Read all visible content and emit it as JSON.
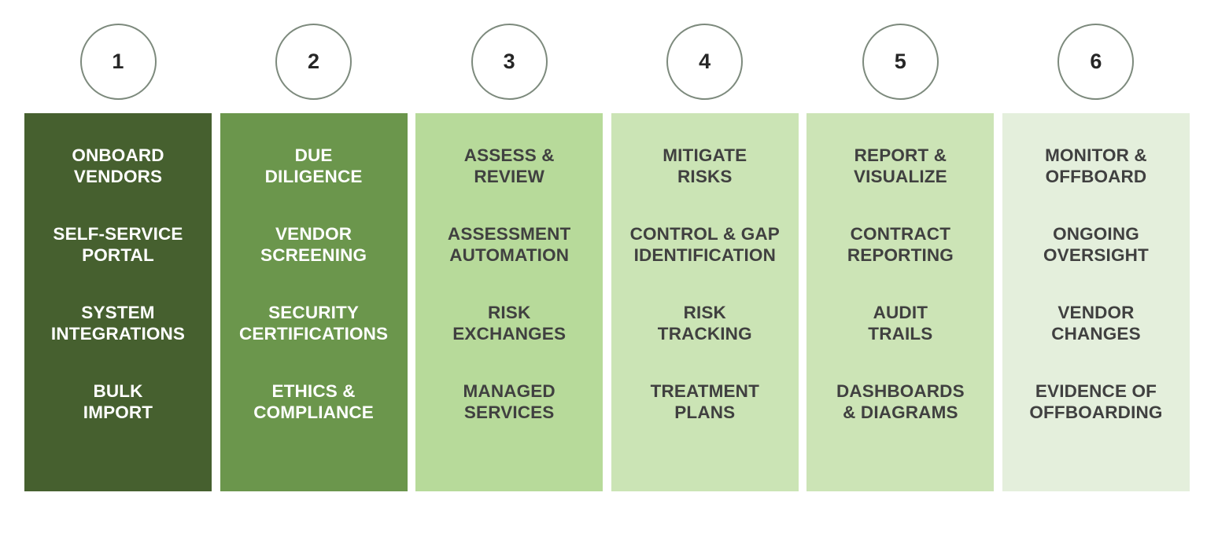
{
  "diagram": {
    "type": "process-stages",
    "stage_count": 6,
    "background_color": "#ffffff",
    "circle": {
      "border_color": "#7d8a7d",
      "fill_color": "#ffffff",
      "number_color": "#262626"
    },
    "text_colors": {
      "light": "#ffffff",
      "dark": "#404040"
    },
    "columns": [
      {
        "number": "1",
        "color": "#46602F",
        "text_style": "light",
        "title": "ONBOARD\nVENDORS",
        "items": [
          "SELF-SERVICE\nPORTAL",
          "SYSTEM\nINTEGRATIONS",
          "BULK\nIMPORT"
        ]
      },
      {
        "number": "2",
        "color": "#6B964C",
        "text_style": "light",
        "title": "DUE\nDILIGENCE",
        "items": [
          "VENDOR\nSCREENING",
          "SECURITY\nCERTIFICATIONS",
          "ETHICS &\nCOMPLIANCE"
        ]
      },
      {
        "number": "3",
        "color": "#B7DA9A",
        "text_style": "dark",
        "title": "ASSESS &\nREVIEW",
        "items": [
          "ASSESSMENT\nAUTOMATION",
          "RISK\nEXCHANGES",
          "MANAGED\nSERVICES"
        ]
      },
      {
        "number": "4",
        "color": "#CBE4B5",
        "text_style": "dark",
        "title": "MITIGATE\nRISKS",
        "items": [
          "CONTROL & GAP\nIDENTIFICATION",
          "RISK\nTRACKING",
          "TREATMENT\nPLANS"
        ]
      },
      {
        "number": "5",
        "color": "#CCE4B6",
        "text_style": "dark",
        "title": "REPORT &\nVISUALIZE",
        "items": [
          "CONTRACT\nREPORTING",
          "AUDIT\nTRAILS",
          "DASHBOARDS\n& DIAGRAMS"
        ]
      },
      {
        "number": "6",
        "color": "#E4EFDC",
        "text_style": "dark",
        "title": "MONITOR &\nOFFBOARD",
        "items": [
          "ONGOING\nOVERSIGHT",
          "VENDOR\nCHANGES",
          "EVIDENCE OF\nOFFBOARDING"
        ]
      }
    ]
  }
}
